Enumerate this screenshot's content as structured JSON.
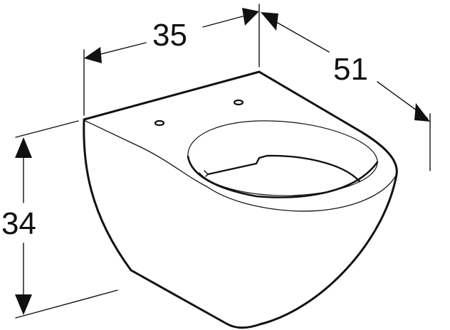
{
  "diagram": {
    "subject": "wall-hung toilet bowl dimension drawing",
    "line_color": "#111111",
    "background": "#ffffff",
    "dimensions": {
      "width": {
        "label": "35"
      },
      "depth": {
        "label": "51"
      },
      "height": {
        "label": "34"
      }
    }
  }
}
